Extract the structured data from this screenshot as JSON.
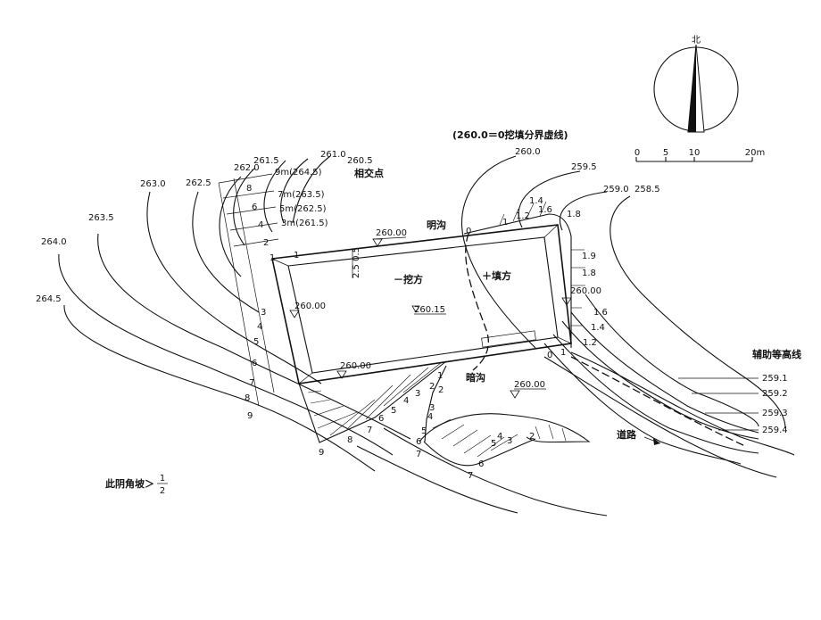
{
  "compass": {
    "north": "北"
  },
  "scale": {
    "t0": "0",
    "t5": "5",
    "t10": "10",
    "t20": "20m"
  },
  "zero_line_note": "(260.0＝0挖填分界虚线)",
  "west_contours": [
    "264.5",
    "264.0",
    "263.5",
    "263.0",
    "262.5",
    "262.0",
    "261.5",
    "261.0",
    "260.5"
  ],
  "east_contours": [
    "260.0",
    "259.5",
    "259.0",
    "258.5"
  ],
  "intersections": [
    "9m(264.5)",
    "7m(263.5)",
    "5m(262.5)",
    "3m(261.5)"
  ],
  "intersection_note": "相交点",
  "open_ditch": "明沟",
  "blind_ditch": "暗沟",
  "cut": "－挖方",
  "fill": "＋填方",
  "pad_elev": "260.15",
  "elev_labels": [
    "260.00",
    "260.00",
    "260.00",
    "260.00",
    "260.00"
  ],
  "depth_note": "2.5 0.5",
  "fill_heights": [
    "1.4",
    "1.2",
    "1.6",
    "1.8",
    "1.9",
    "1.8",
    "1.6",
    "1.4",
    "1.2",
    "1"
  ],
  "zero_marks": [
    "0",
    "0",
    "1",
    "1"
  ],
  "aux_title": "辅助等高线",
  "aux_contours": [
    "259.1",
    "259.2",
    "259.3",
    "259.4"
  ],
  "road": "道路",
  "slope_note": "此阴角坡＞",
  "slope_num": "1",
  "slope_den": "2",
  "west_slope_marks": [
    "8",
    "6",
    "4",
    "2",
    "1",
    "3",
    "4",
    "5",
    "6",
    "7",
    "8",
    "9"
  ],
  "south_slope_marks": [
    "9",
    "8",
    "7",
    "6",
    "5",
    "4",
    "3",
    "2",
    "1"
  ],
  "gully_marks": [
    "2",
    "3",
    "4",
    "5",
    "6",
    "7",
    "6",
    "5",
    "4",
    "3",
    "2",
    "7"
  ]
}
